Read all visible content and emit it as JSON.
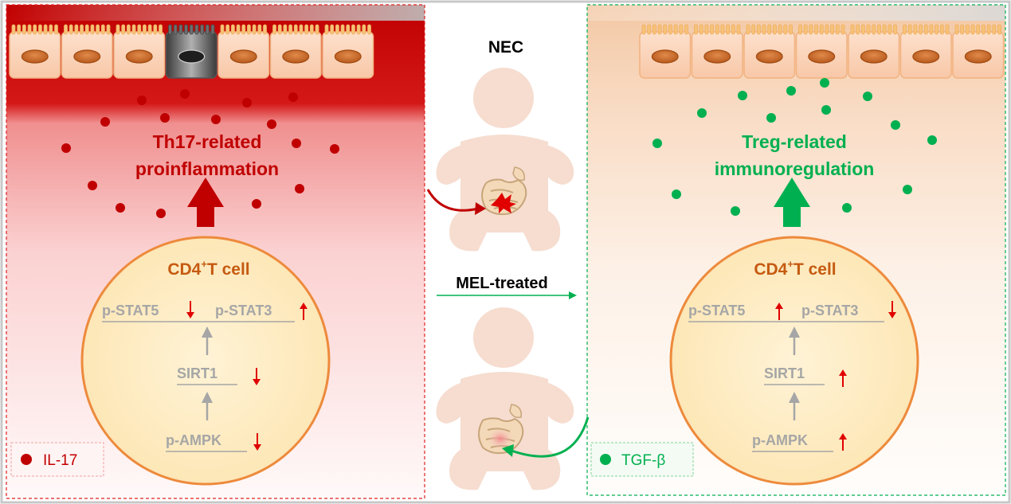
{
  "colors": {
    "red": "#c00000",
    "green": "#00b050",
    "orange": "#c55a11",
    "gray": "#a6a6a6",
    "up_red": "#e00000"
  },
  "center": {
    "nec_label": "NEC",
    "mel_label": "MEL-treated"
  },
  "left_panel": {
    "title_line1": "Th17-related",
    "title_line2": "proinflammation",
    "cell_label_main": "CD4",
    "cell_label_sup": "+",
    "cell_label_rest": "T cell",
    "stat5": "p-STAT5",
    "stat3": "p-STAT3",
    "sirt1": "SIRT1",
    "ampk": "p-AMPK",
    "legend_label": "IL-17"
  },
  "right_panel": {
    "title_line1": "Treg-related",
    "title_line2": "immunoregulation",
    "cell_label_main": "CD4",
    "cell_label_sup": "+",
    "cell_label_rest": "T cell",
    "stat5": "p-STAT5",
    "stat3": "p-STAT3",
    "sirt1": "SIRT1",
    "ampk": "p-AMPK",
    "legend_label": "TGF-β"
  }
}
